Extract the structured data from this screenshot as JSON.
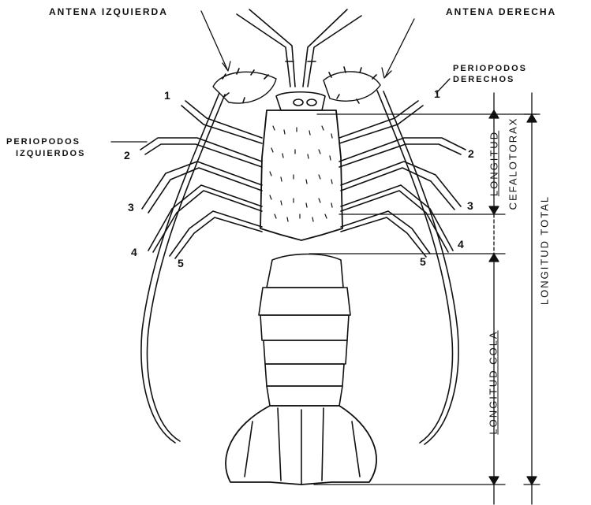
{
  "labels": {
    "antena_izquierda": "ANTENA IZQUIERDA",
    "antena_derecha": "ANTENA DERECHA",
    "periopodos_derechos_1": "PERIOPODOS",
    "periopodos_derechos_2": "DERECHOS",
    "periopodos_izquierdos_1": "PERIOPODOS",
    "periopodos_izquierdos_2": "IZQUIERDOS"
  },
  "left_leg_numbers": [
    "1",
    "2",
    "3",
    "4",
    "5"
  ],
  "right_leg_numbers": [
    "1",
    "2",
    "3",
    "4",
    "5"
  ],
  "measurements": {
    "cefalotorax_line1": "LONGITUD",
    "cefalotorax_line2": "CEFALOTORAX",
    "cola": "LONGITUD  COLA",
    "total": "LONGITUD  TOTAL"
  },
  "colors": {
    "ink": "#111111",
    "paper": "#ffffff"
  }
}
